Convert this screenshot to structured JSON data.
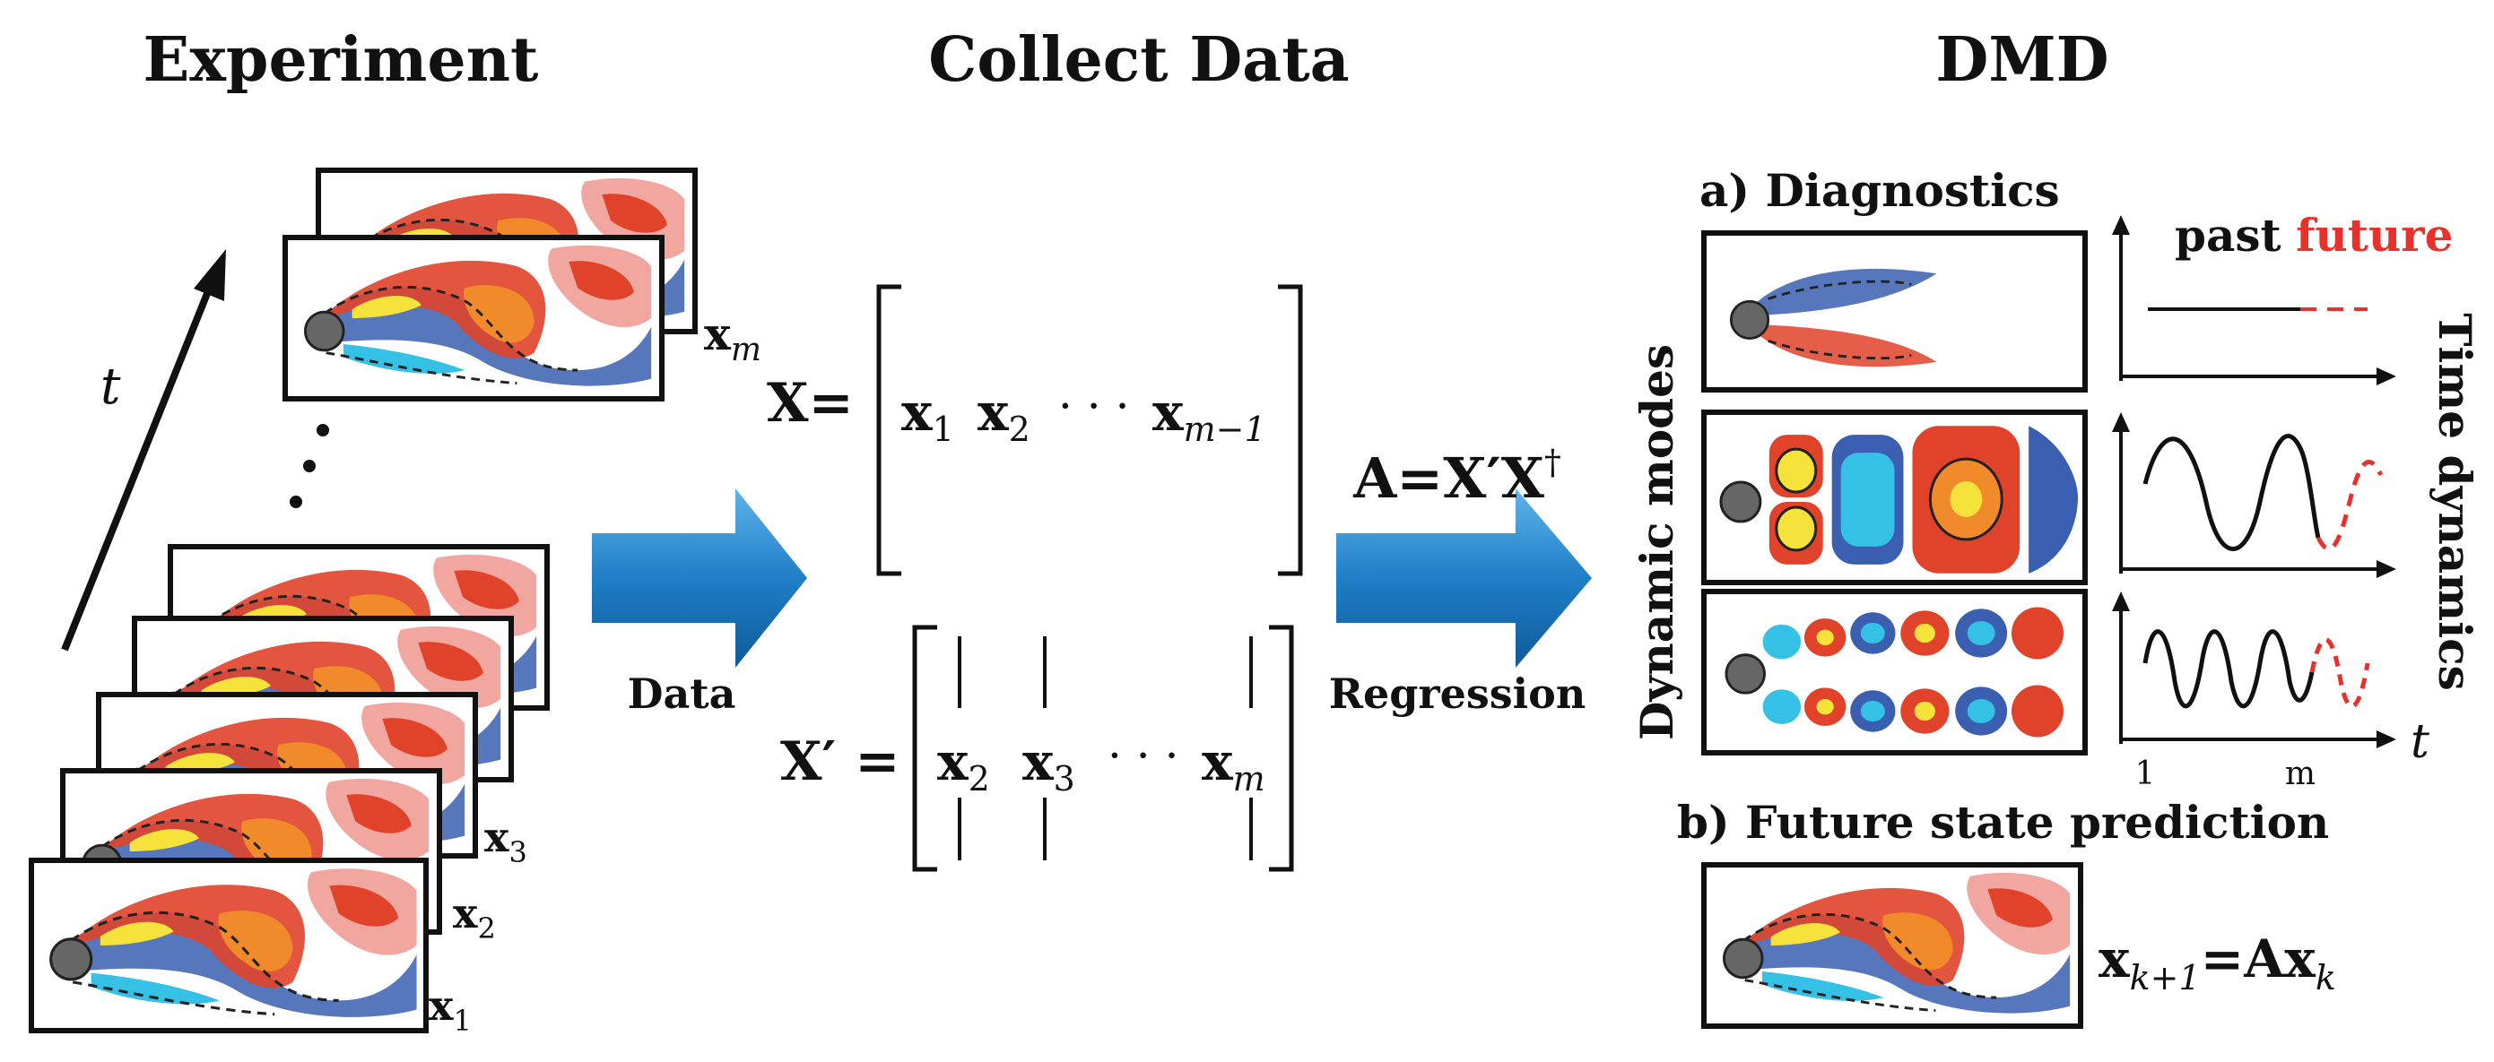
{
  "headings": {
    "experiment": "Experiment",
    "collect": "Collect Data",
    "dmd": "DMD"
  },
  "experiment": {
    "time_label": "t",
    "snapshot_labels": [
      "x",
      "x",
      "x",
      "x"
    ],
    "snapshot_subscripts": [
      "m",
      "3",
      "2",
      "1"
    ]
  },
  "collect": {
    "x_lhs": "X=",
    "x_entries": [
      "x",
      "x",
      "· · ·",
      "x"
    ],
    "x_subs": [
      "1",
      "2",
      "",
      "m−1"
    ],
    "xp_lhs": "X′ =",
    "xp_entries": [
      "x",
      "x",
      "· · ·",
      "x"
    ],
    "xp_subs": [
      "2",
      "3",
      "",
      "m"
    ]
  },
  "arrows": {
    "data": "Data",
    "regression": "Regression",
    "formula": "A=X′X",
    "formula_sup": "†"
  },
  "dmd": {
    "diagnostics": "a) Diagnostics",
    "past": "past",
    "future": "future",
    "dynamic_modes": "Dynamic modes",
    "time_dynamics": "Time dynamics",
    "tick_1": "1",
    "tick_m": "m",
    "axis_t": "t",
    "prediction": "b) Future state prediction",
    "pred_lhs": "x",
    "pred_lhs_sub": "k+1",
    "pred_eq": "=Ax",
    "pred_rhs_sub": "k"
  },
  "colors": {
    "arrow_blue": "#1f7fc6",
    "future_red": "#e8312a",
    "vortex_red": "#e0422a",
    "vortex_orange": "#f08a2a",
    "vortex_yellow": "#f5e23a",
    "vortex_blue": "#3a5fb0",
    "vortex_cyan": "#35c0e6",
    "cylinder_gray": "#666666"
  }
}
